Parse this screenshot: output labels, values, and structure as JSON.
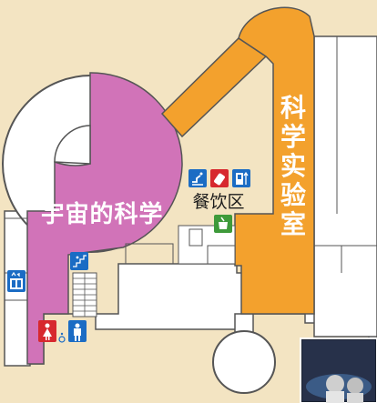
{
  "map": {
    "zones": {
      "space_science": {
        "label": "宇宙的科学",
        "color": "#d173b8"
      },
      "science_lab": {
        "label": "科学实验室",
        "color": "#f3a12d"
      },
      "dining": {
        "label": "餐饮区"
      }
    },
    "colors": {
      "background": "#f3e4c2",
      "walls": "#555555",
      "floor": "#ffffff",
      "icon_blue": "#1b6cc4",
      "icon_red": "#d7282e",
      "icon_green": "#3e9a3a"
    },
    "icons": [
      "drinking-fountain-icon",
      "baby-bottle-icon",
      "vending-icon",
      "elevator-icon",
      "stairs-icon",
      "cafe-icon",
      "restroom-female-icon",
      "restroom-male-icon"
    ]
  }
}
